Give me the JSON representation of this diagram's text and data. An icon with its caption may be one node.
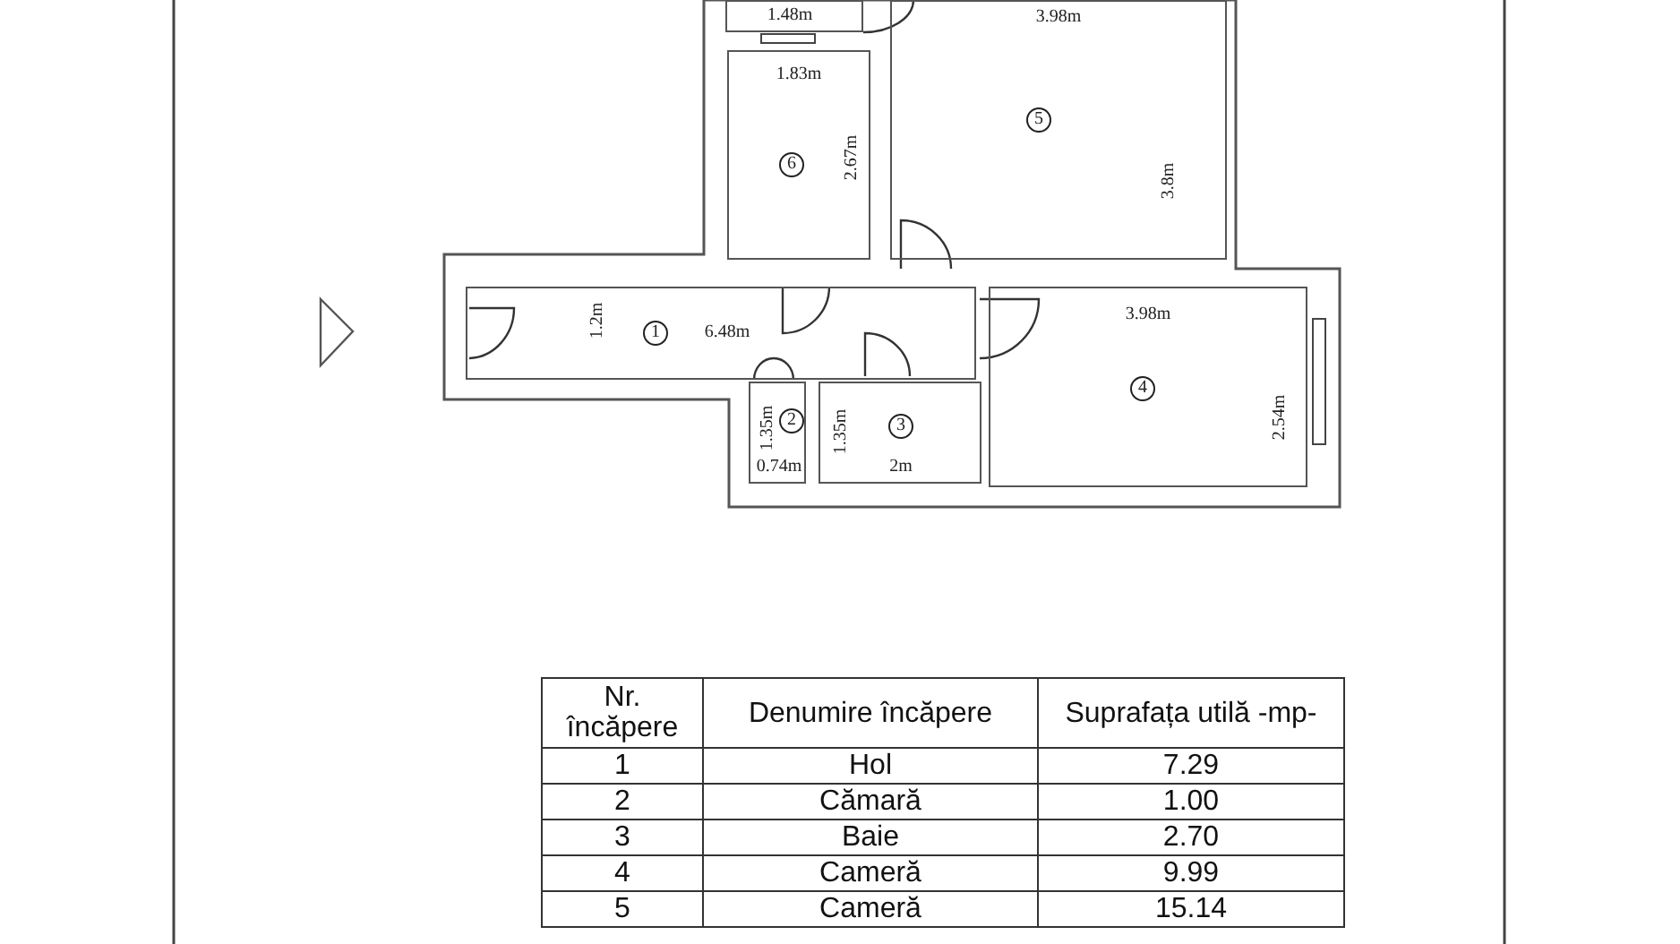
{
  "diagram": {
    "nodes": [
      {
        "text": [
          "1.48m"
        ]
      },
      {
        "text": [
          "3.98m",
          "5",
          "3.8m"
        ]
      },
      {
        "text": [
          "1.83m",
          "6",
          "2.67m"
        ]
      },
      {
        "text": [
          "1.2m",
          "1",
          "6.48m"
        ]
      },
      {
        "text": [
          "3.98m",
          "4",
          "2.54m"
        ]
      },
      {
        "text": [
          "1.35m",
          "2",
          "0.74m"
        ]
      },
      {
        "text": [
          "1.35m",
          "3",
          "2m"
        ]
      }
    ],
    "edges": [],
    "labels": [
      "Nr. încăpere",
      "Denumire încăpere",
      "Suprafața utilă -mp-",
      "1",
      "Hol",
      "7.29",
      "2",
      "Cămară",
      "1.00",
      "3",
      "Baie",
      "2.70",
      "4",
      "Cameră",
      "9.99",
      "5",
      "Cameră",
      "15.14"
    ]
  }
}
